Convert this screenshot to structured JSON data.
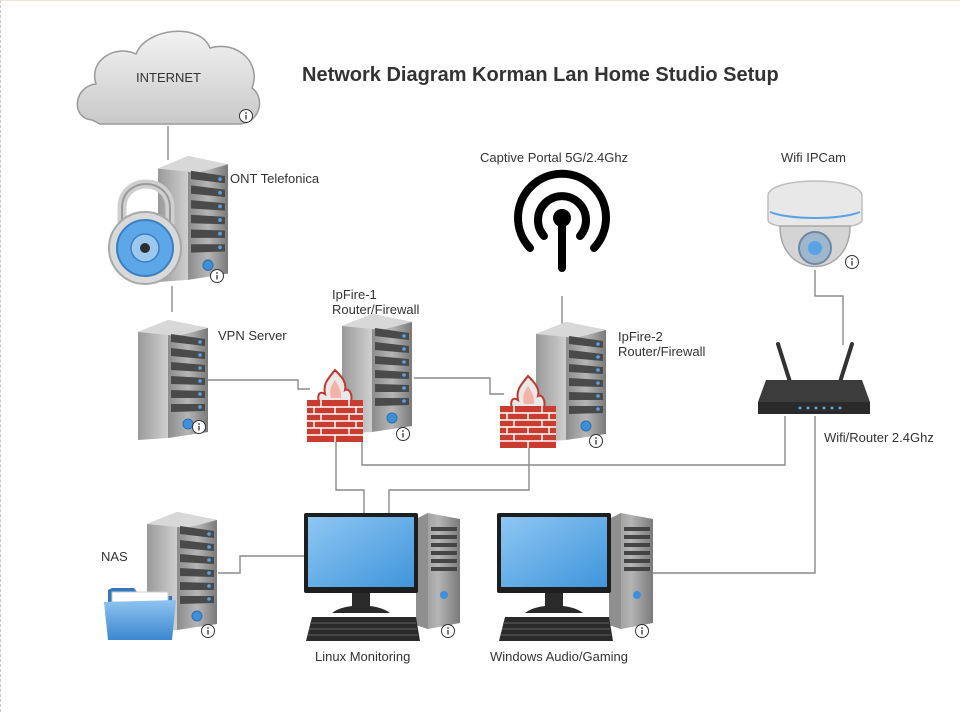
{
  "title": "Network Diagram Korman Lan Home Studio Setup",
  "nodes": {
    "internet": "INTERNET",
    "ont": "ONT Telefonica",
    "vpn": "VPN Server",
    "ipfire1": "IpFire-1\nRouter/Firewall",
    "captive": "Captive Portal 5G/2.4Ghz",
    "ipfire2": "IpFire-2\nRouter/Firewall",
    "ipcam": "Wifi IPCam",
    "wifi_router": "Wifi/Router 2.4Ghz",
    "nas": "NAS",
    "linux": "Linux Monitoring",
    "windows": "Windows Audio/Gaming"
  },
  "colors": {
    "line": "#8a8a8a",
    "accent_blue": "#4a90d9",
    "firewall_red": "#c0392b",
    "server_gray": "#6e6e6e"
  },
  "icons": [
    "cloud-icon",
    "server-icon",
    "padlock-icon",
    "firewall-icon",
    "wifi-antenna-icon",
    "dome-camera-icon",
    "router-icon",
    "folder-icon",
    "desktop-computer-icon",
    "info-icon"
  ]
}
